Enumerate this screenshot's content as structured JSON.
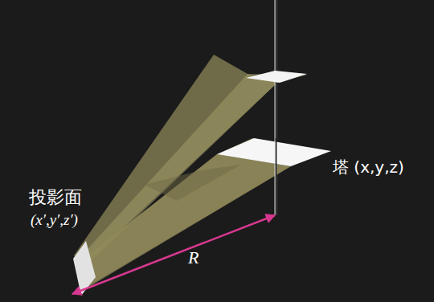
{
  "diagram": {
    "labels": [
      "塔 (x,y,z)",
      "投影面",
      "(x′,y′,z′)",
      "R"
    ]
  }
}
